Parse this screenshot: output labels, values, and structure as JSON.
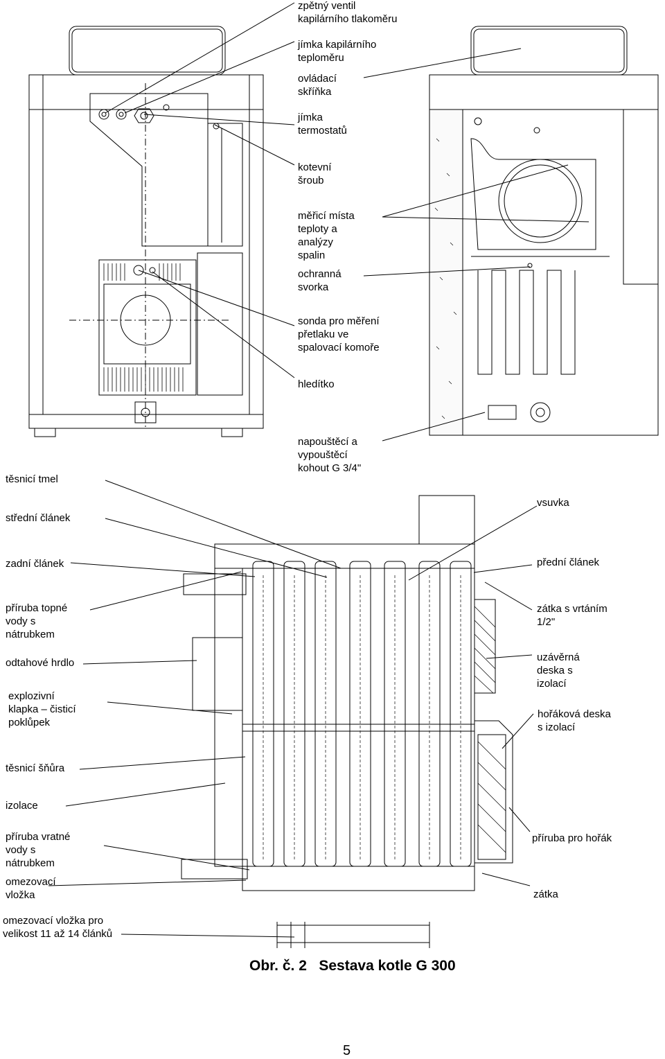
{
  "labels": {
    "zpetny_ventil": "zpětný ventil\nkapilárního tlakoměru",
    "jimka_kapilarniho": "jímka kapilárního\nteploměru",
    "ovladaci_skrinka": "ovládací\nskříňka",
    "jimka_termostatu": "jímka\ntermostatů",
    "kotevni_sroub": "kotevní\nšroub",
    "merici_mista": "měřicí místa\nteploty a\nanalýzy\nspalin",
    "ochranna_svorka": "ochranná\nsvorka",
    "sonda": "sonda pro měření\npřetlaku ve\nspalovací komoře",
    "hledítko": "hledítko",
    "napousteci_kohout": "napouštěcí a\nvypouštěcí\nkohout G 3/4\"",
    "tesnici_tmel": "těsnicí tmel",
    "stredni_clanek": "střední článek",
    "vsuvka": "vsuvka",
    "zadni_clanek": "zadní článek",
    "predni_clanek": "přední článek",
    "priruba_topne": "příruba topné\nvody s\nnátrubkem",
    "zatka_vrtanim": "zátka s vrtáním\n1/2\"",
    "odtahove_hrdlo": "odtahové hrdlo",
    "uzaverna_deska": "uzávěrná\ndeska s\nizolací",
    "explozivni_klapka": "explozivní\nklapka – čisticí\npoklůpek",
    "horakova_deska": "hořáková deska\ns izolací",
    "tesnici_snura": "těsnicí šňůra",
    "izolace": "izolace",
    "priruba_vratne": "příruba vratné\nvody s\nnátrubkem",
    "priruba_horak": "příruba pro hořák",
    "omezovaci_vlozka": "omezovací\nvložka",
    "zatka": "zátka",
    "omezovaci_vlozka_velikost": "omezovací vložka pro\nvelikost 11 až 14 článků"
  },
  "caption": "Obr. č. 2   Sestava kotle G 300",
  "page_number": "5"
}
